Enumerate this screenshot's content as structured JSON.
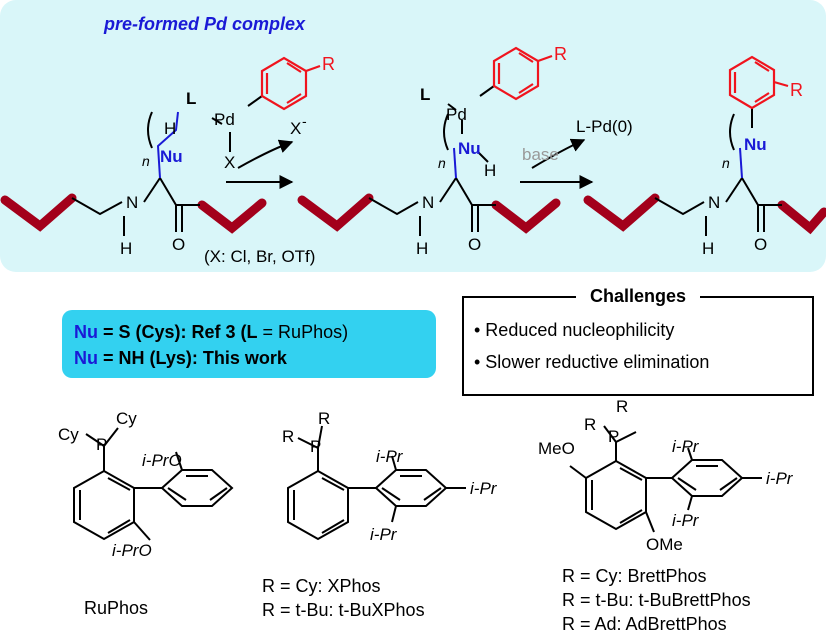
{
  "header": {
    "title": "pre-formed Pd complex"
  },
  "scheme": {
    "sub_R": "R",
    "sub_L": "L",
    "sub_Pd": "Pd",
    "sub_X": "X",
    "sub_H": "H",
    "sub_Nu": "Nu",
    "sub_n": "n",
    "sub_N": "N",
    "sub_O": "O",
    "leaving_X": "X",
    "leaving_minus": "-",
    "base": "base",
    "pd0": "L-Pd(0)",
    "x_note": "(X: Cl, Br, OTf)"
  },
  "nu_box": {
    "line1_nu": "Nu",
    "line1_rest": " = S (Cys): Ref 3 (",
    "line1_L": "L",
    "line1_end": " = RuPhos)",
    "line2_nu": "Nu",
    "line2_rest": " = NH (Lys): This work"
  },
  "challenges": {
    "title": "Challenges",
    "items": [
      "• Reduced nucleophilicity",
      "• Slower reductive elimination"
    ]
  },
  "ligands": {
    "ruphos": {
      "cy1": "Cy",
      "cy2": "Cy",
      "p": "P",
      "ipro1": "i-PrO",
      "ipro2": "i-PrO",
      "name": "RuPhos"
    },
    "xphos": {
      "r1": "R",
      "r2": "R",
      "p": "P",
      "ipr1": "i-Pr",
      "ipr2": "i-Pr",
      "ipr3": "i-Pr",
      "lines": [
        "R = Cy: XPhos",
        "R = t-Bu: t-BuXPhos"
      ]
    },
    "brettphos": {
      "r1": "R",
      "r2": "R",
      "p": "P",
      "meo": "MeO",
      "ome": "OMe",
      "ipr1": "i-Pr",
      "ipr2": "i-Pr",
      "ipr3": "i-Pr",
      "lines": [
        "R = Cy: BrettPhos",
        "R = t-Bu: t-BuBrettPhos",
        "R = Ad: AdBrettPhos"
      ]
    }
  },
  "colors": {
    "panel": "#d9f6f9",
    "nu_box": "#33d1f0",
    "protein": "#a3001b",
    "aryl": "#f0141e",
    "nu": "#1a1ad6",
    "title": "#1a1ad6",
    "base": "#999999"
  }
}
